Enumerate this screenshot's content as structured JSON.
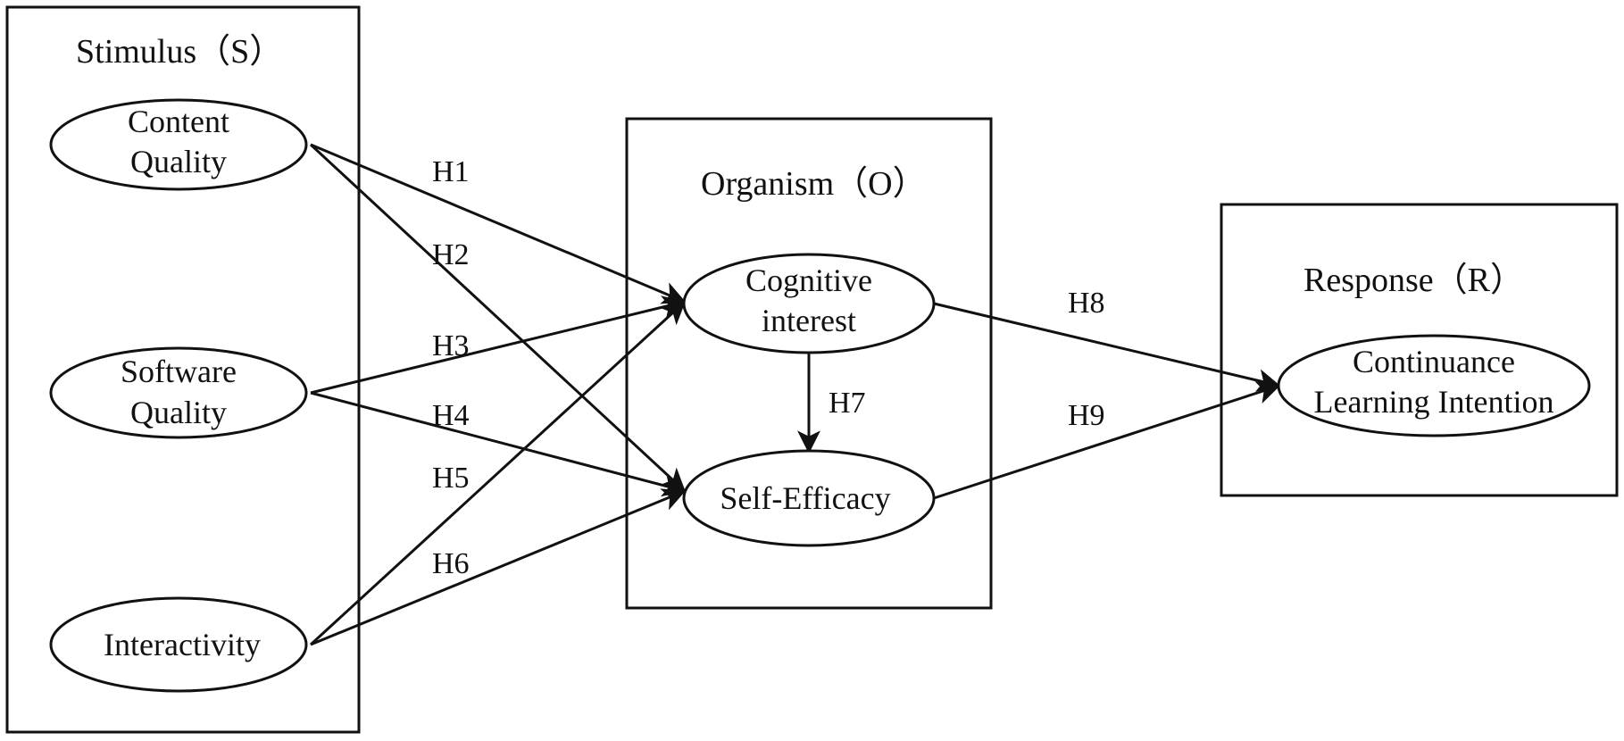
{
  "groups": {
    "stimulus": "Stimulus（S）",
    "organism": "Organism（O）",
    "response": "Response（R）"
  },
  "nodes": {
    "content_quality": [
      "Content",
      "Quality"
    ],
    "software_quality": [
      "Software",
      "Quality"
    ],
    "interactivity": [
      "Interactivity"
    ],
    "cognitive_interest": [
      "Cognitive",
      "interest"
    ],
    "self_efficacy": [
      "Self-Efficacy"
    ],
    "continuance": [
      "Continuance",
      "Learning Intention"
    ]
  },
  "hypotheses": {
    "h1": "H1",
    "h2": "H2",
    "h3": "H3",
    "h4": "H4",
    "h5": "H5",
    "h6": "H6",
    "h7": "H7",
    "h8": "H8",
    "h9": "H9"
  },
  "colors": {
    "ink": "#111111",
    "background": "#ffffff"
  }
}
